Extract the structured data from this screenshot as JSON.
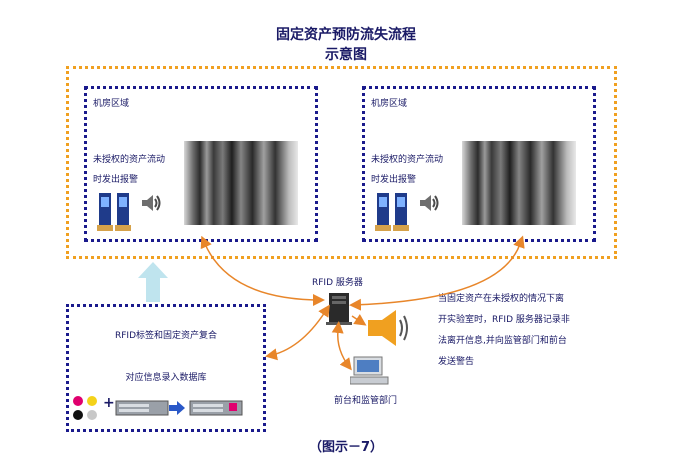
{
  "title": {
    "line1": "固定资产预防流失流程",
    "line2": "示意图"
  },
  "left_room": {
    "label": "机房区域",
    "alert_line1": "未授权的资产流动",
    "alert_line2": "时发出报警"
  },
  "right_room": {
    "label": "机房区域",
    "alert_line1": "未授权的资产流动",
    "alert_line2": "时发出报警"
  },
  "rfid_server": {
    "label": "RFID  服务器"
  },
  "frontdesk": {
    "label": "前台和监管部门"
  },
  "bottom_left": {
    "line1": "RFID标签和固定资产复合",
    "line2": "对应信息录入数据库",
    "plus": "+"
  },
  "right_note": {
    "line1": "当固定资产在未授权的情况下离",
    "line2": "开实验室时，RFID  服务器记录非",
    "line3": "法离开信息,并向监管部门和前台",
    "line4": "发送警告"
  },
  "caption": "（图示－7）",
  "colors": {
    "orange_border": "#f0a020",
    "blue_border": "#1a1a8c",
    "arrow_orange": "#e8862a",
    "up_arrow": "#bfe4ee"
  }
}
